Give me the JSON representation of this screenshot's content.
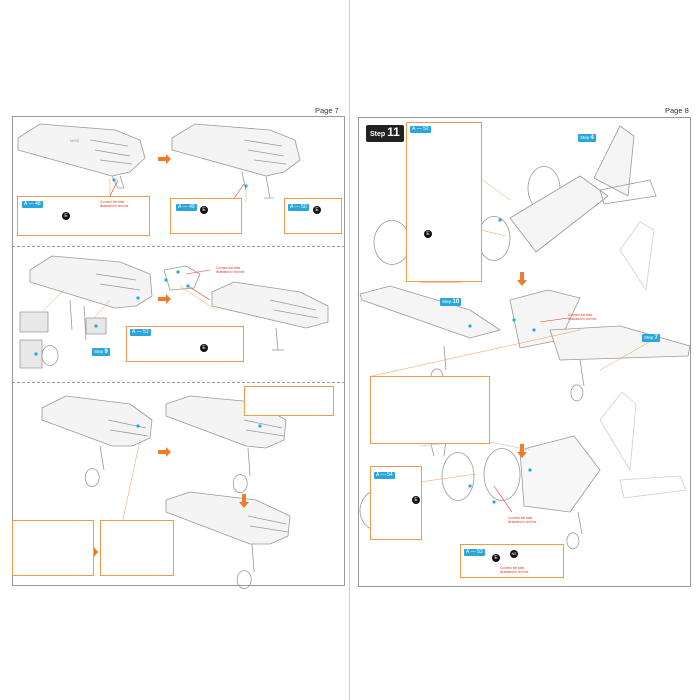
{
  "pages": {
    "left": {
      "label": "Page 7"
    },
    "right": {
      "label": "Page 8"
    }
  },
  "step": {
    "word": "Step",
    "number": "11"
  },
  "parts": {
    "a48": {
      "sheet": "A",
      "num": "48"
    },
    "a49": {
      "sheet": "A",
      "num": "49"
    },
    "a50": {
      "sheet": "A",
      "num": "50"
    },
    "a51": {
      "sheet": "A",
      "num": "51"
    },
    "a52": {
      "sheet": "A",
      "num": "52"
    },
    "a54": {
      "sheet": "A",
      "num": "54"
    },
    "a53": {
      "sheet": "A",
      "num": "53"
    }
  },
  "markers": {
    "e": "E",
    "ns": "NS"
  },
  "notes": {
    "connect_tabs": "Connect the tabs illustrated in red line"
  },
  "step_refs": {
    "step9": {
      "word": "Step",
      "num": "9"
    },
    "step4": {
      "word": "Step",
      "num": "4"
    },
    "step10": {
      "word": "Step",
      "num": "10"
    },
    "step7": {
      "word": "Step",
      "num": "7"
    }
  },
  "wing_marking": "MMS",
  "colors": {
    "accent_blue": "#2aa6dd",
    "accent_orange": "#f39a4a",
    "highlight_yellow": "#f5d33a",
    "red_note": "#d73a2a"
  }
}
